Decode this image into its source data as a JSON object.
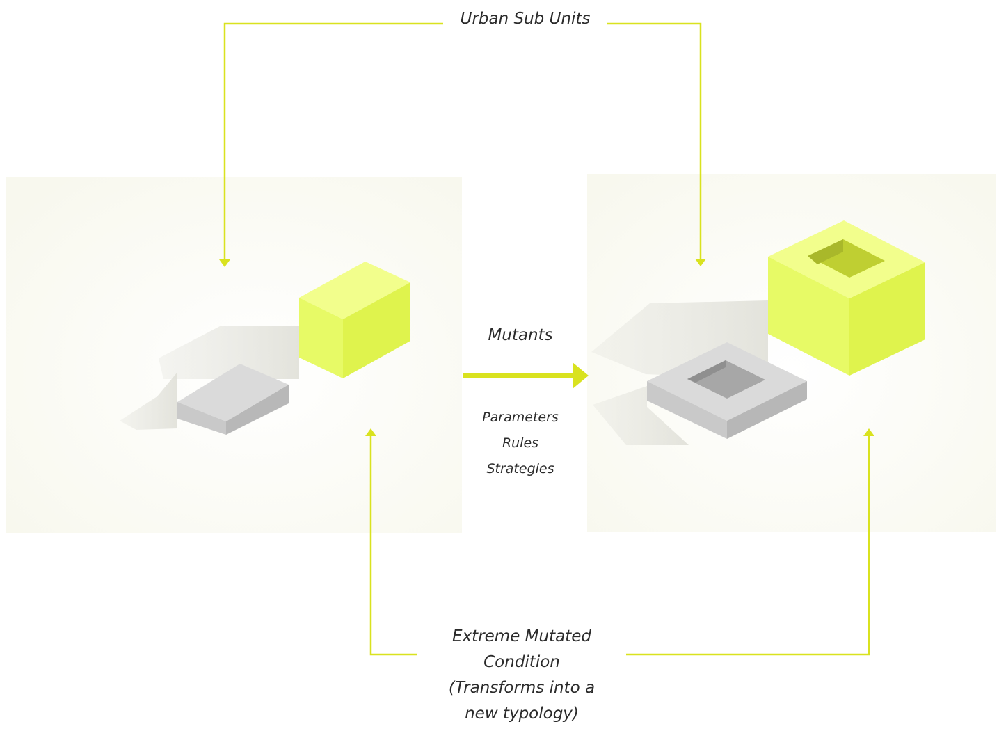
{
  "labels": {
    "top": "Urban Sub Units",
    "center_title": "Mutants",
    "center_items": [
      "Parameters",
      "Rules",
      "Strategies"
    ],
    "bottom_lines": [
      "Extreme Mutated",
      "Condition",
      "(Transforms into a",
      "new typology)"
    ]
  },
  "colors": {
    "accent": "#d9e21f",
    "block_lime": "#e9fb6a",
    "block_grey": "#c7c7c7",
    "panel": "#fbfbf4"
  }
}
